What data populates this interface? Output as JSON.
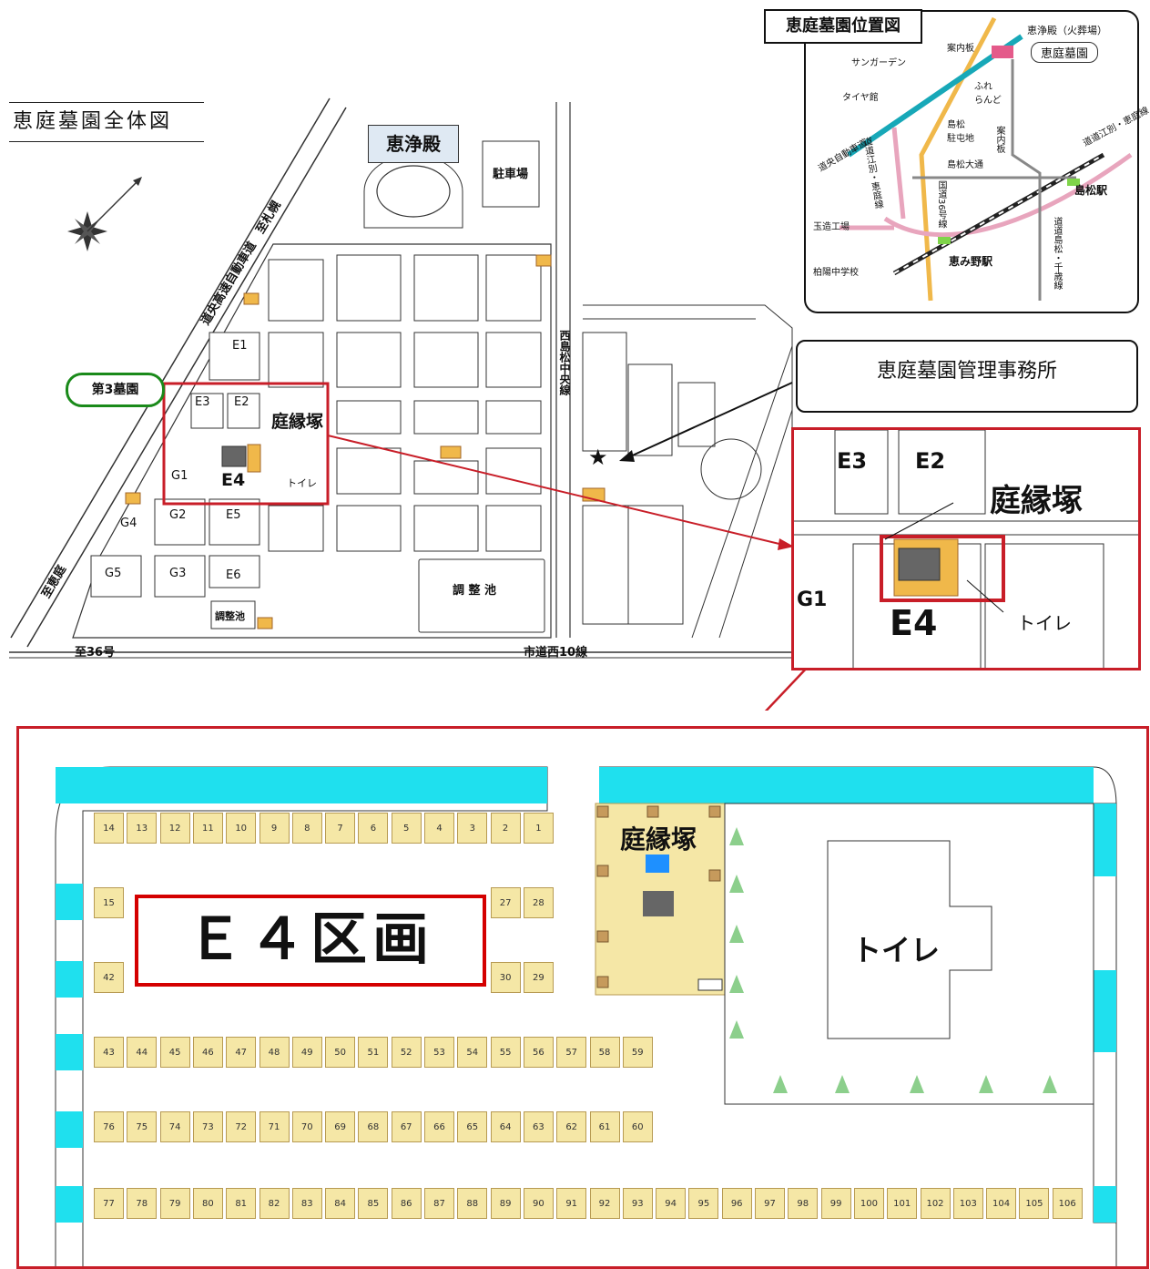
{
  "overview": {
    "title": "恵庭墓園全体図",
    "keijoden": "恵浄殿",
    "parking": "駐車場",
    "expressway": "道央高速自動車道　至札幌",
    "to_eniwa": "至恵庭",
    "to_36": "至36号",
    "city_road": "市道西10線",
    "central_line": "西島松中央線",
    "third_cemetery": "第3墓園",
    "pond1": "調 整 池",
    "pond2": "調整池",
    "niwaenzuka": "庭縁塚",
    "toilet": "トイレ",
    "star": "★",
    "blocks": [
      "E1",
      "E2",
      "E3",
      "E4",
      "E5",
      "E6",
      "G1",
      "G2",
      "G3",
      "G4",
      "G5"
    ]
  },
  "office": {
    "label": "恵庭墓園管理事務所"
  },
  "location_map": {
    "title": "恵庭墓園位置図",
    "labels": {
      "keijoden": "恵浄殿（火葬場）",
      "cemetery": "恵庭墓園",
      "guide1": "案内板",
      "guide2": "案内板",
      "sungarden": "サンガーデン",
      "fureai": "ふれ\nらんど",
      "tiremart": "タイヤ館",
      "expressway": "道央自動車道",
      "shimamatsu_ps": "島松\n駐屯地",
      "shimamatsu_st": "島松駅",
      "megumino_st": "恵み野駅",
      "shimamatsu_ave": "島松大通",
      "route36": "国道36号線",
      "tamazo": "玉造工場",
      "hakuyo": "柏陽中学校",
      "dodo_eb": "道道江別・恵庭線",
      "dodo_eb2": "道道江別・恵庭線",
      "dodo_chitose": "道道島松・千歳線"
    }
  },
  "inset": {
    "E3": "E3",
    "E2": "E2",
    "G1": "G1",
    "E4": "E4",
    "niwaenzuka": "庭縁塚",
    "toilet": "トイレ"
  },
  "plan": {
    "banner": "Ｅ４区画",
    "niwaenzuka": "庭縁塚",
    "toilet": "トイレ",
    "rows": [
      [
        "14",
        "13",
        "12",
        "11",
        "10",
        "9",
        "8",
        "7",
        "6",
        "5",
        "4",
        "3",
        "2",
        "1"
      ],
      [
        "15",
        "",
        "",
        "",
        "",
        "",
        "",
        "",
        "",
        "",
        "",
        "",
        "27",
        "28"
      ],
      [
        "42",
        "",
        "",
        "",
        "",
        "",
        "",
        "",
        "",
        "",
        "",
        "",
        "30",
        "29"
      ],
      [
        "43",
        "44",
        "45",
        "46",
        "47",
        "48",
        "49",
        "50",
        "51",
        "52",
        "53",
        "54",
        "55",
        "56",
        "57",
        "58",
        "59"
      ],
      [
        "76",
        "75",
        "74",
        "73",
        "72",
        "71",
        "70",
        "69",
        "68",
        "67",
        "66",
        "65",
        "64",
        "63",
        "62",
        "61",
        "60"
      ],
      [
        "77",
        "78",
        "79",
        "80",
        "81",
        "82",
        "83",
        "84",
        "85",
        "86",
        "87",
        "88",
        "89",
        "90",
        "91",
        "92",
        "93",
        "94",
        "95",
        "96",
        "97",
        "98",
        "99",
        "100",
        "101",
        "102",
        "103",
        "104",
        "105",
        "106"
      ]
    ]
  },
  "colors": {
    "red": "#c81e28",
    "cyan": "#1fe0ee",
    "lot": "#f5e7a6",
    "pink": "#e8a5bd",
    "orange": "#f0b84a",
    "teal": "#17a8b8"
  }
}
